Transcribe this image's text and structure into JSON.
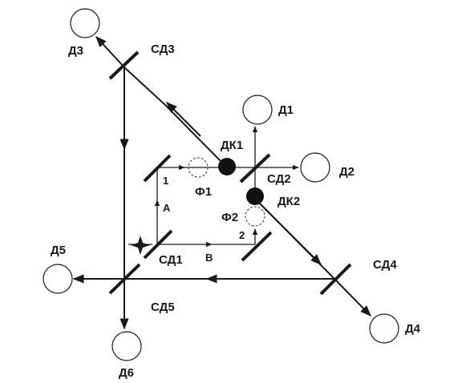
{
  "labels": {
    "sd1": "СД1",
    "sd2": "СД2",
    "sd3": "СД3",
    "sd4": "СД4",
    "sd5": "СД5",
    "d1": "Д1",
    "d2": "Д2",
    "d3": "Д3",
    "d4": "Д4",
    "d5": "Д5",
    "d6": "Д6",
    "dk1": "ДК1",
    "dk2": "ДК2",
    "f1": "Ф1",
    "f2": "Ф2",
    "arm_a": "A",
    "arm_b": "B",
    "mark_1": "1",
    "mark_2": "2"
  }
}
